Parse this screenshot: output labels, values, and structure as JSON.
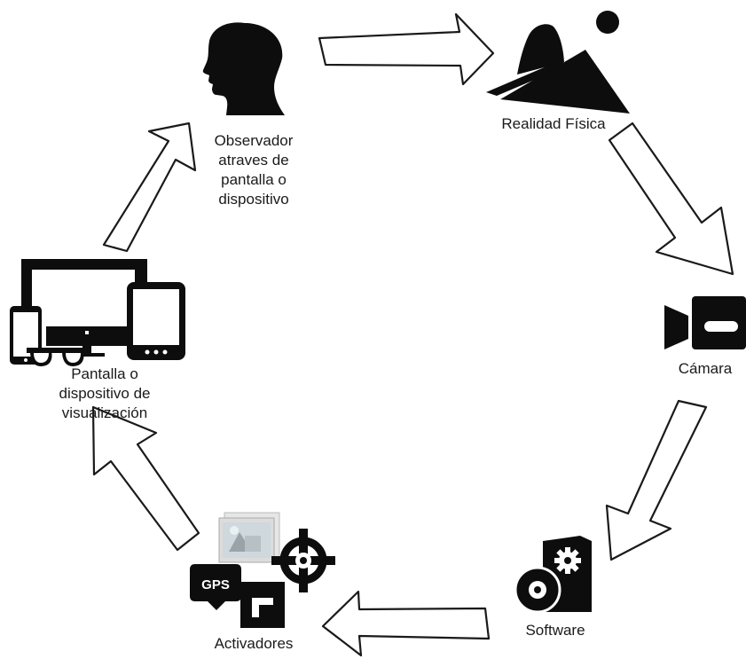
{
  "nodes": {
    "observer": {
      "lines": [
        "Observador",
        "atraves de",
        "pantalla o",
        "dispositivo"
      ],
      "icon": "human-head-silhouette-icon"
    },
    "reality": {
      "lines": [
        "Realidad Física"
      ],
      "icon": "mountains-sun-icon"
    },
    "camera": {
      "lines": [
        "Cámara"
      ],
      "icon": "video-camera-icon"
    },
    "software": {
      "lines": [
        "Software"
      ],
      "icon": "software-disc-gear-icon"
    },
    "activators": {
      "lines": [
        "Activadores"
      ],
      "icon": "activators-gps-marker-target-icon"
    },
    "display": {
      "lines": [
        "Pantalla o",
        "dispositivo de",
        "visualización"
      ],
      "icon": "devices-screens-glasses-icon"
    }
  },
  "colors": {
    "icon": "#0d0d0d",
    "arrow_stroke": "#1a1a1a",
    "arrow_fill": "#ffffff",
    "text": "#1a1a1a"
  }
}
